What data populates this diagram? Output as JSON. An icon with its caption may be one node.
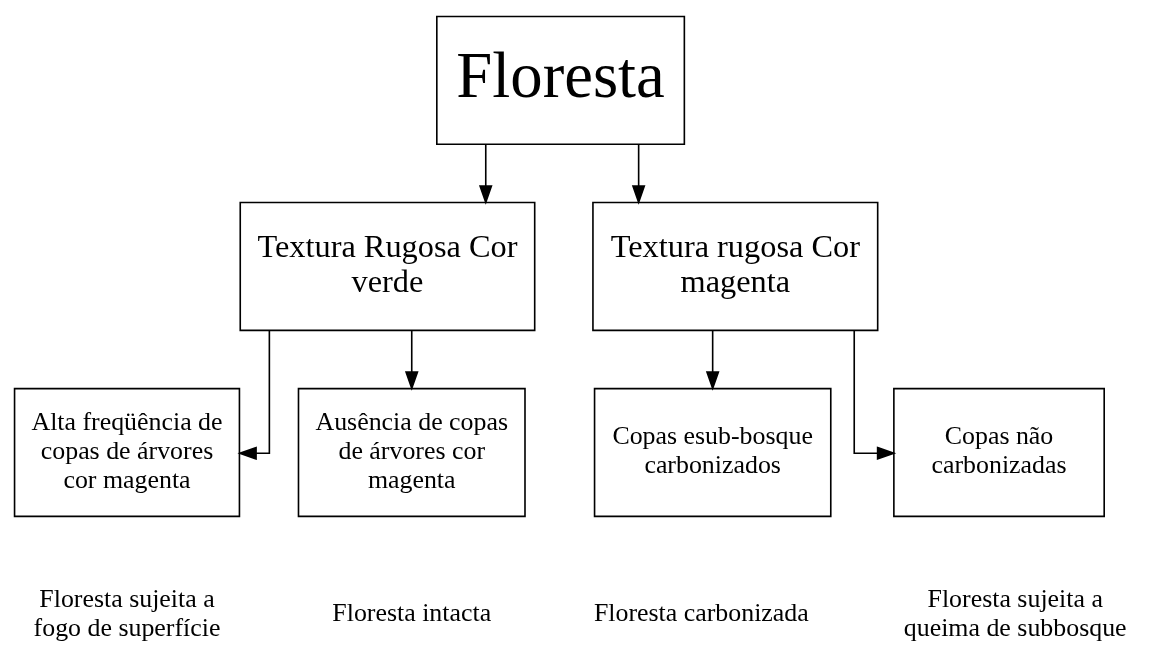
{
  "diagram": {
    "nodes": [
      {
        "text": [
          "Floresta"
        ]
      },
      {
        "text": [
          "Textura Rugosa Cor verde"
        ]
      },
      {
        "text": [
          "Textura rugosa Cor magenta"
        ]
      },
      {
        "text": [
          "Alta freqüência de copas de árvores cor magenta"
        ],
        "beside": [
          "Floresta sujeita a fogo de superfície"
        ]
      },
      {
        "text": [
          "Ausência de copas de árvores cor magenta"
        ],
        "beside": [
          "Floresta intacta"
        ]
      },
      {
        "text": [
          "Copas esub-bosque carbonizados"
        ],
        "beside": [
          "Floresta carbonizada"
        ]
      },
      {
        "text": [
          "Copas não carbonizadas"
        ],
        "beside": [
          "Floresta sujeita a queima de subbosque"
        ]
      }
    ],
    "edges": [
      {
        "from": 0,
        "to": 1,
        "arrow": "to"
      },
      {
        "from": 0,
        "to": 2,
        "arrow": "to"
      },
      {
        "from": 1,
        "to": 3,
        "arrow": "to"
      },
      {
        "from": 1,
        "to": 4,
        "arrow": "to"
      },
      {
        "from": 2,
        "to": 5,
        "arrow": "to"
      },
      {
        "from": 2,
        "to": 6,
        "arrow": "to"
      }
    ]
  }
}
